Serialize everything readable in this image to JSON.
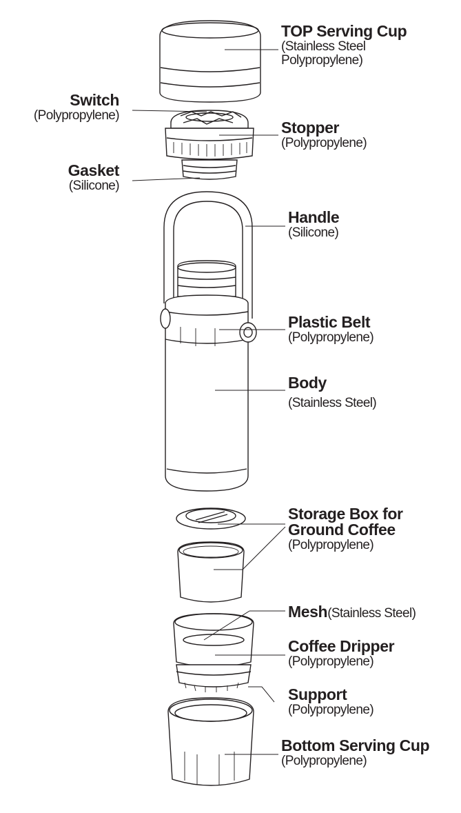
{
  "labels": {
    "top_cup": {
      "title": "TOP Serving Cup",
      "material_line1": "(Stainless Steel",
      "material_line2": "Polypropylene)"
    },
    "switch": {
      "title": "Switch",
      "material": "(Polypropylene)"
    },
    "stopper": {
      "title": "Stopper",
      "material": "(Polypropylene)"
    },
    "gasket": {
      "title": "Gasket",
      "material": "(Silicone)"
    },
    "handle": {
      "title": "Handle",
      "material": "(Silicone)"
    },
    "belt": {
      "title": "Plastic Belt",
      "material": "(Polypropylene)"
    },
    "body": {
      "title": "Body",
      "material": "(Stainless Steel)"
    },
    "storage": {
      "title_line1": "Storage Box for",
      "title_line2": "Ground Coffee",
      "material": "(Polypropylene)"
    },
    "mesh": {
      "title": "Mesh",
      "material": "(Stainless Steel)"
    },
    "dripper": {
      "title": "Coffee Dripper",
      "material": "(Polypropylene)"
    },
    "support": {
      "title": "Support",
      "material": "(Polypropylene)"
    },
    "bottom_cup": {
      "title": "Bottom Serving Cup",
      "material": "(Polypropylene)"
    }
  }
}
